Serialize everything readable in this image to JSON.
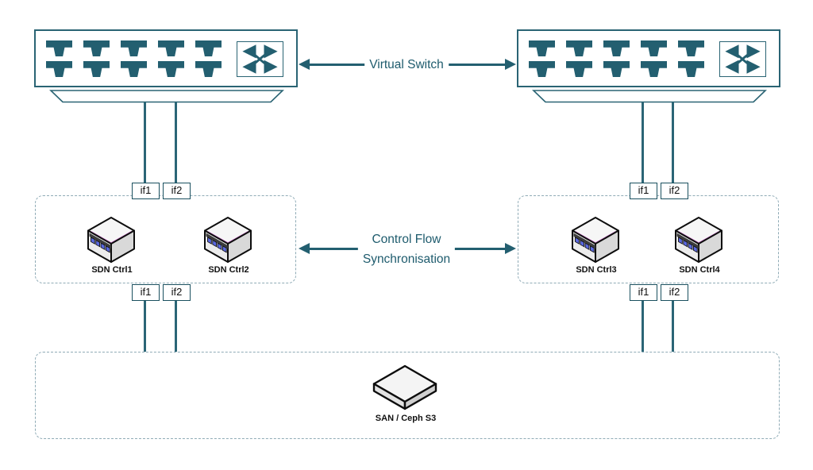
{
  "links": {
    "top": {
      "label": "Virtual Switch"
    },
    "middle": {
      "label_line1": "Control Flow",
      "label_line2": "Synchronisation"
    }
  },
  "interfaces": {
    "if1": "if1",
    "if2": "if2"
  },
  "clusters": {
    "left": {
      "controllers": [
        {
          "label": "SDN Ctrl1"
        },
        {
          "label": "SDN Ctrl2"
        }
      ]
    },
    "right": {
      "controllers": [
        {
          "label": "SDN Ctrl3"
        },
        {
          "label": "SDN Ctrl4"
        }
      ]
    }
  },
  "storage": {
    "label": "SAN / Ceph S3"
  },
  "colors": {
    "teal_line": "#235f70",
    "switch_border": "#2a6474",
    "dashed_border": "#8fabb6",
    "label_text": "#111111",
    "link_text": "#1e5b6d",
    "controller_port_blue": "#5a68e0",
    "controller_accent_pink": "#d97fd9"
  }
}
